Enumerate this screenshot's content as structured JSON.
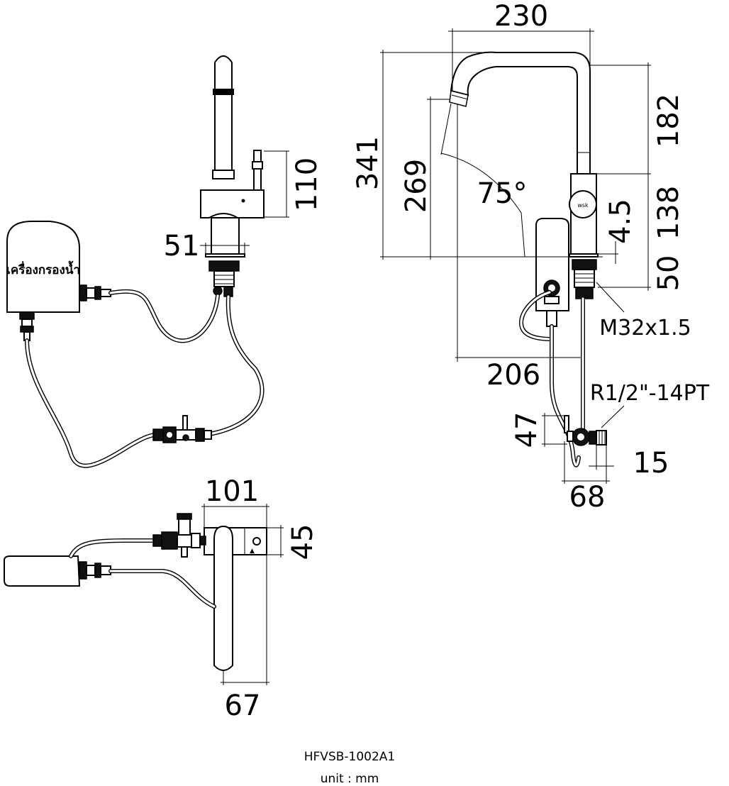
{
  "model": "HFVSB-1002A1",
  "unit_label": "unit : mm",
  "filter_label": "เครื่องกรองน้ำ",
  "dimensions": {
    "total_width": "230",
    "total_height": "341",
    "spout_clearance": "269",
    "spout_top_drop": "182",
    "body_height": "138",
    "angle": "75°",
    "thickness": "4.5",
    "below_deck": "50",
    "thread": "M32x1.5",
    "reach": "206",
    "inlet_thread": "R1/2\"-14PT",
    "valve_height": "47",
    "inlet_length": "15",
    "valve_width": "68",
    "handle_height": "110",
    "base_diameter": "51",
    "top_length": "101",
    "top_width": "45",
    "spout_width": "67"
  }
}
